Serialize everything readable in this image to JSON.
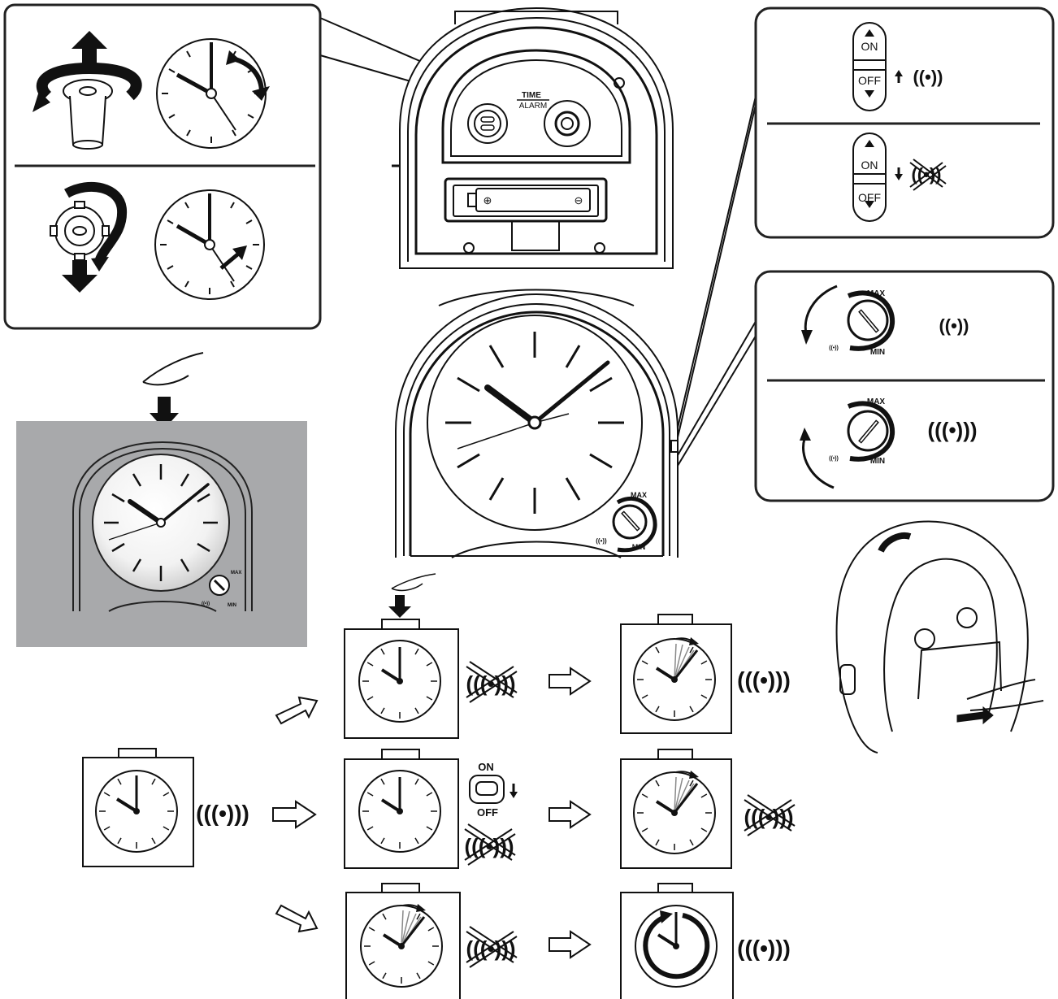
{
  "back_panel": {
    "knob_label_top": "TIME",
    "knob_label_bottom": "ALARM"
  },
  "switch_callout": {
    "on_label": "ON",
    "off_label": "OFF"
  },
  "volume_callout": {
    "max_label": "MAX",
    "min_label": "MIN"
  },
  "front_clock": {
    "max_label": "MAX",
    "min_label": "MIN"
  },
  "snooze_photo": {
    "max_label": "MAX",
    "min_label": "MIN"
  },
  "sequence": {
    "switch_on_label": "ON",
    "switch_off_label": "OFF"
  },
  "colors": {
    "ink": "#111111",
    "photo_background": "#a8a9ab",
    "callout_border": "#222222"
  }
}
